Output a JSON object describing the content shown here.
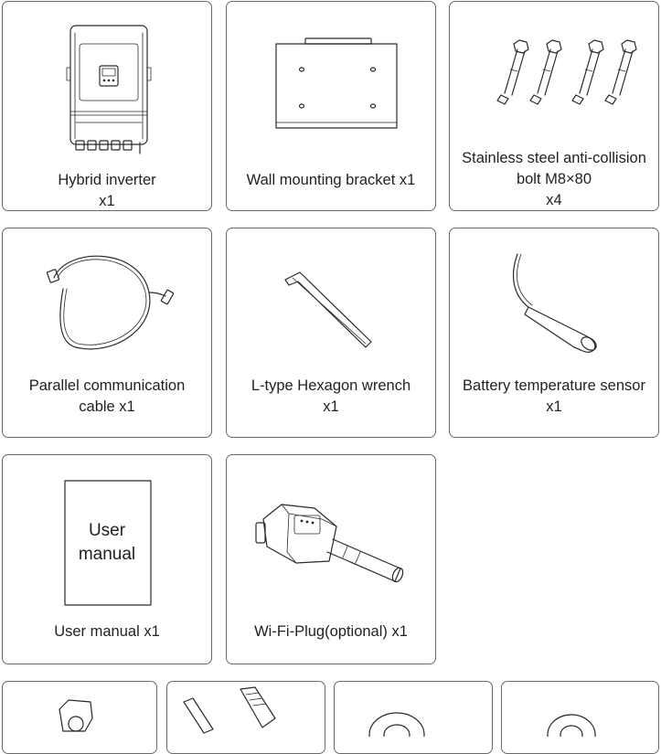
{
  "items": [
    {
      "lines": [
        "Hybrid inverter",
        "x1"
      ],
      "icon": "hybrid-inverter-icon"
    },
    {
      "lines": [
        "Wall mounting bracket x1"
      ],
      "icon": "wall-bracket-icon"
    },
    {
      "lines": [
        "Stainless steel anti-collision",
        "bolt M8×80",
        "x4"
      ],
      "icon": "bolts-icon"
    },
    {
      "lines": [
        "Parallel communication",
        "cable x1"
      ],
      "icon": "cable-icon"
    },
    {
      "lines": [
        "L-type Hexagon wrench",
        "x1"
      ],
      "icon": "hex-wrench-icon"
    },
    {
      "lines": [
        "Battery temperature sensor",
        "x1"
      ],
      "icon": "temperature-sensor-icon"
    },
    {
      "lines": [
        "User manual x1"
      ],
      "icon": "user-manual-icon"
    },
    {
      "lines": [
        "Wi-Fi-Plug(optional) x1"
      ],
      "icon": "wifi-plug-icon"
    }
  ],
  "manual_cover": {
    "lines": [
      "User",
      "manual"
    ]
  }
}
